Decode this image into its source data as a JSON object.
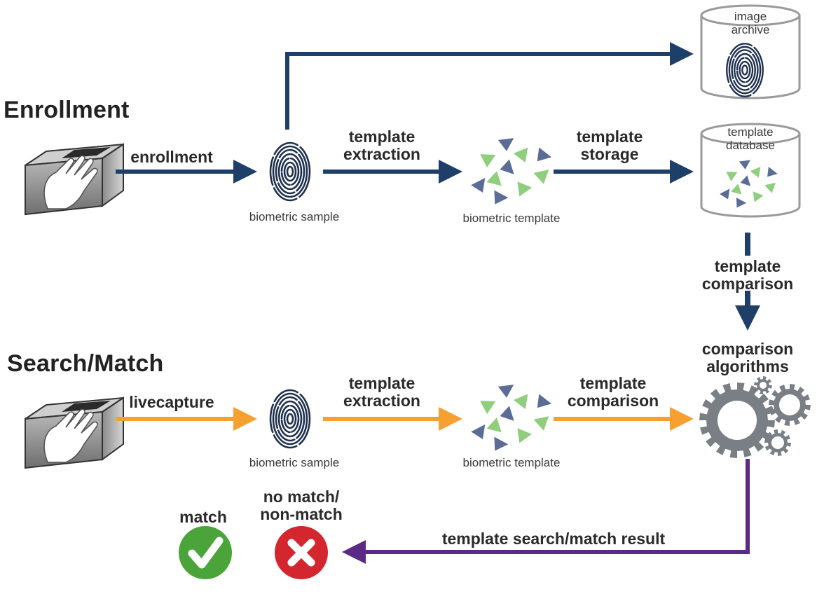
{
  "sections": {
    "enrollment": "Enrollment",
    "search_match": "Search/Match"
  },
  "enrollment": {
    "input_label": "enrollment",
    "sample_caption": "biometric sample",
    "extraction_label": "template\nextraction",
    "template_caption": "biometric template",
    "storage_label": "template\nstorage",
    "archive_label": "image\narchive",
    "database_label": "template\ndatabase",
    "comparison_label": "template\ncomparison"
  },
  "search": {
    "input_label": "livecapture",
    "sample_caption": "biometric sample",
    "extraction_label": "template\nextraction",
    "template_caption": "biometric template",
    "comparison_label": "template\ncomparison",
    "algorithms_label": "comparison\nalgorithms",
    "result_label": "template search/match result",
    "match_label": "match",
    "nomatch_label": "no match/\nnon-match"
  },
  "colors": {
    "enrollment_arrow": "#1f3f6b",
    "search_arrow": "#f5a030",
    "result_arrow": "#5b2a86",
    "gear": "#7a7f85",
    "match": "#4aa43a",
    "nomatch": "#d4262e",
    "tri_blue": "#5b6d96",
    "tri_green": "#8fce7c"
  },
  "icons": [
    "scanner-icon",
    "fingerprint-icon",
    "template-icon",
    "cylinder-icon",
    "gear-icon",
    "check-icon",
    "x-icon"
  ]
}
